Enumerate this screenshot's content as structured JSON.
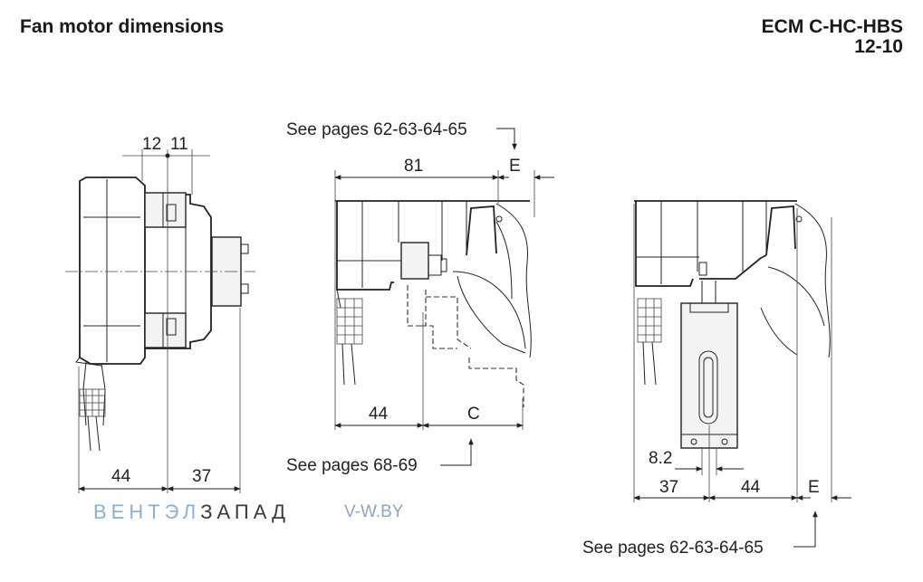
{
  "header": {
    "title": "Fan motor dimensions",
    "model": "ECM C-HC-HBS",
    "revision": "12-10"
  },
  "left_view": {
    "dim_top_a": "12",
    "dim_top_b": "11",
    "dim_bottom_a": "44",
    "dim_bottom_b": "37"
  },
  "middle_view": {
    "ref_top": "See pages 62-63-64-65",
    "dim_top": "81",
    "dim_top_e": "E",
    "dim_bottom_a": "44",
    "dim_bottom_c": "C",
    "ref_bottom": "See pages 68-69"
  },
  "right_view": {
    "dim_slot": "8.2",
    "dim_bottom_a": "37",
    "dim_bottom_b": "44",
    "dim_bottom_e": "E",
    "ref_bottom": "See pages 62-63-64-65"
  },
  "watermark": {
    "part_blue": "ВЕНТЭЛ",
    "part_dark": "ЗАПАД",
    "url": "V-W.BY",
    "color_blue": "#8fb0cc",
    "color_dark": "#3a3a3a"
  }
}
